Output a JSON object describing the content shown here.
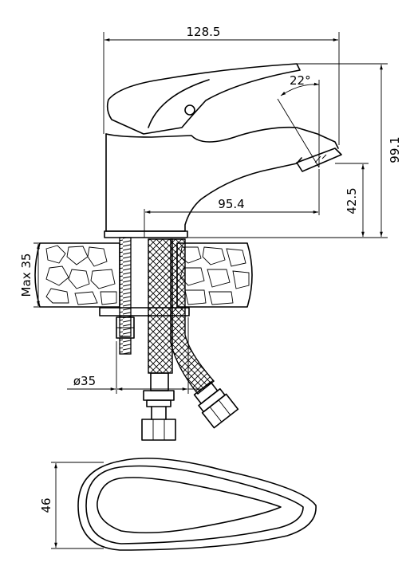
{
  "dimensions": {
    "width_total": "128.5",
    "angle": "22°",
    "height_total": "99.1",
    "spout_reach": "95.4",
    "spout_height": "42.5",
    "max_counter": "Max 35",
    "hole_diameter": "ø35",
    "handle_width": "46"
  }
}
